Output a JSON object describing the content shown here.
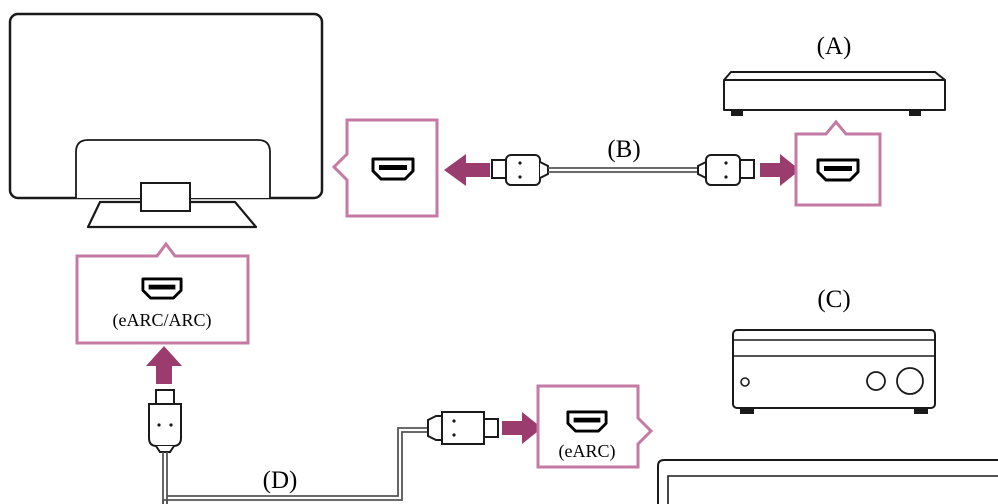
{
  "diagram": {
    "labels": {
      "device_a": "(A)",
      "cable_b": "(B)",
      "device_c": "(C)",
      "cable_d": "(D)",
      "tv_port": "(eARC/ARC)",
      "receiver_port": "(eARC)"
    },
    "icons": {
      "hdmi_port": "hdmi-port-icon",
      "arrow": "arrow-icon"
    },
    "colors": {
      "callout_border": "#c47aa3",
      "arrow": "#9b3c6e",
      "outline": "#1a1a1a",
      "cable": "#555555"
    }
  }
}
